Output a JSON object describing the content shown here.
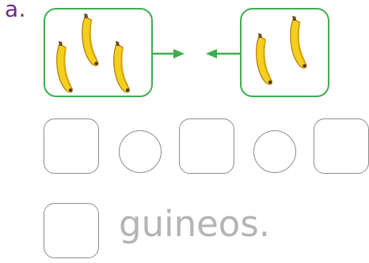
{
  "item_label": "a.",
  "answer_word": "guineos.",
  "colors": {
    "label_text": "#6b2a8c",
    "panel_border": "#3eae4d",
    "arrow": "#3eae4d",
    "answer_outline": "#8c8c8c",
    "answer_word": "#b4b4b4",
    "banana_peel": "#f3cf1e",
    "banana_shade": "#d9a50e"
  },
  "groups": [
    {
      "name": "left-group",
      "fruit": "banana",
      "count": 3
    },
    {
      "name": "right-group",
      "fruit": "banana",
      "count": 2
    }
  ],
  "arrows": [
    {
      "name": "arrow-left-to-center",
      "direction": "right"
    },
    {
      "name": "arrow-right-to-center",
      "direction": "left"
    }
  ],
  "answer_row": [
    "box",
    "circle",
    "box",
    "circle",
    "box"
  ],
  "icons": [
    "banana-icon",
    "arrow-right-icon",
    "arrow-left-icon"
  ]
}
